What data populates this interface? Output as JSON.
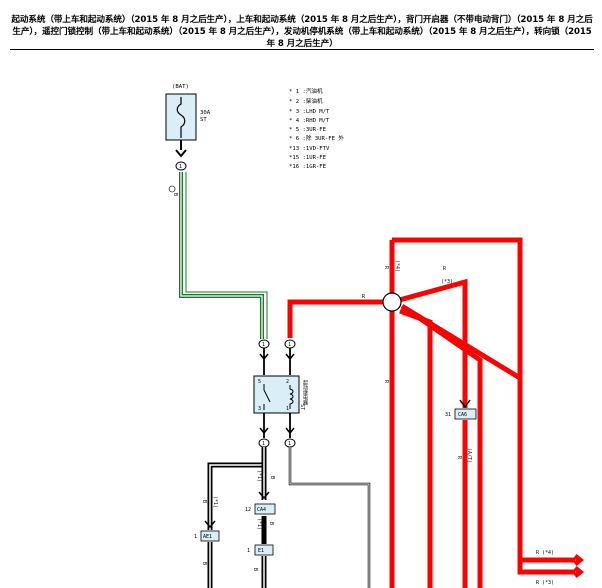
{
  "header": {
    "title": "起动系统（带上车和起动系统）（2015 年 8 月之后生产），上车和起动系统（2015 年 8 月之后生产），背门开启器（不带电动背门）（2015 年 8 月之后生产），遥控门锁控制（带上车和起动系统）（2015 年 8 月之后生产），发动机停机系统（带上车和起动系统）（2015 年 8 月之后生产），转向锁（2015 年 8 月之后生产）"
  },
  "legend": {
    "items": [
      "* 1 :汽油机",
      "* 2 :柴油机",
      "* 3 :LHD M/T",
      "* 4 :RHD M/T",
      "* 5 :3UR-FE",
      "* 6 :除 3UR-FE 外",
      "*13 :1VD-FTV",
      "*15 :1UR-FE",
      "*16 :1GR-FE"
    ]
  },
  "fuse": {
    "box_label": "(BAT)",
    "rating": "30A",
    "name": "ST"
  },
  "relay": {
    "pins": [
      "5",
      "2",
      "3",
      "1"
    ],
    "name": "ST",
    "vertical_label": "起动继电器"
  },
  "connectors": {
    "c1": "1",
    "c2": "1",
    "c3": "1",
    "c4": "1",
    "c5": "1",
    "ca4": "CA4",
    "ca4_pin": "12",
    "ca6": "CA6",
    "ca6_pin": "31",
    "ae1": "AE1",
    "ae1_pin": "1",
    "ce1": "E1",
    "ce1_pin": "1"
  },
  "wires": {
    "w_b_top": "B",
    "w_note_1": "(*1)",
    "w_r_left": "R",
    "w_r_right": "R",
    "w_note_3": "(*3)",
    "w_r_d1": "R",
    "w_note_d1": "(*4)",
    "w_r_ca6": "R",
    "w_note_ca6": "(A/T)",
    "w_b_bottom": "B",
    "w_note_b": "(*1)",
    "w_b_ae1": "B",
    "w_note_ae1": "(*1)",
    "w_r_exit1": "R (*4)",
    "w_r_exit2": "R (*3)"
  }
}
